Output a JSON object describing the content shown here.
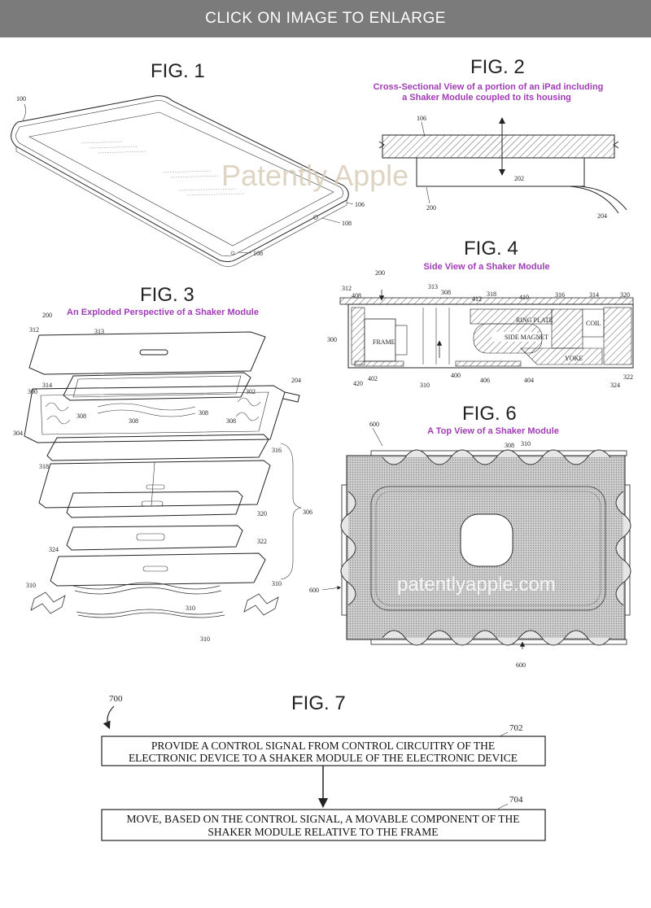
{
  "banner": {
    "label": "CLICK ON IMAGE TO ENLARGE"
  },
  "fig1": {
    "title": "FIG. 1",
    "refs": [
      "100",
      "106",
      "108",
      "108"
    ]
  },
  "fig2": {
    "title": "FIG. 2",
    "caption_line1": "Cross-Sectional View of a portion of an iPad including",
    "caption_line2": "a Shaker Module coupled to its housing",
    "refs": [
      "106",
      "202",
      "200",
      "204"
    ]
  },
  "fig3": {
    "title": "FIG. 3",
    "caption": "An Exploded Perspective of a Shaker Module",
    "refs": [
      "200",
      "312",
      "313",
      "314",
      "204",
      "300",
      "302",
      "304",
      "308",
      "308",
      "308",
      "308",
      "316",
      "318",
      "306",
      "320",
      "322",
      "324",
      "310",
      "310",
      "310",
      "310"
    ]
  },
  "fig4": {
    "title": "FIG. 4",
    "caption": "Side View of a Shaker Module",
    "labels": {
      "frame": "FRAME",
      "ring_plate": "RING PLATE",
      "side_magnet": "SIDE MAGNET",
      "coil": "COIL",
      "yoke": "YOKE"
    },
    "refs": [
      "200",
      "312",
      "408",
      "313",
      "308",
      "318",
      "412",
      "410",
      "316",
      "314",
      "320",
      "300",
      "420",
      "402",
      "310",
      "400",
      "406",
      "404",
      "324",
      "322"
    ]
  },
  "fig6": {
    "title": "FIG. 6",
    "caption": "A Top View of a Shaker Module",
    "refs": [
      "600",
      "308",
      "310",
      "600",
      "600"
    ]
  },
  "fig7": {
    "title": "FIG. 7",
    "ref_700": "700",
    "ref_702": "702",
    "ref_704": "704",
    "box1_line1": "PROVIDE A CONTROL SIGNAL FROM CONTROL CIRCUITRY OF THE",
    "box1_line2": "ELECTRONIC DEVICE TO A SHAKER MODULE OF THE ELECTRONIC DEVICE",
    "box2_line1": "MOVE, BASED ON THE CONTROL SIGNAL, A MOVABLE COMPONENT OF THE",
    "box2_line2": "SHAKER MODULE RELATIVE TO THE FRAME"
  },
  "watermarks": {
    "w1": "Patently Apple",
    "w2": "patentlyapple.com"
  }
}
